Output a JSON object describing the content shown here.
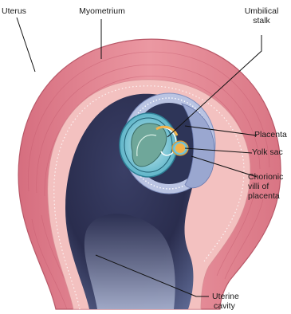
{
  "labels": {
    "uterus": "Uterus",
    "myometrium": "Myometrium",
    "umbilical_stalk_1": "Umbilical",
    "umbilical_stalk_2": "stalk",
    "placenta": "Placenta",
    "yolk_sac": "Yolk sac",
    "chorionic_villi_1": "Chorionic",
    "chorionic_villi_2": "villi of",
    "chorionic_villi_3": "placenta",
    "uterine_cavity_1": "Uterine",
    "uterine_cavity_2": "cavity"
  },
  "colors": {
    "myometrium_outer": "#e07f8c",
    "myometrium_inner": "#f0b3b6",
    "cavity_dark": "#2c2f52",
    "cavity_light": "#9aa6c6",
    "placenta": "#aab6d8",
    "amnion": "#9fd6e0",
    "yolk": "#f3b24a",
    "leader_line": "#111111"
  }
}
